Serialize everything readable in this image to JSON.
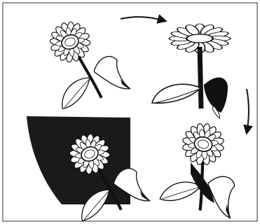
{
  "figure": {
    "panels": [
      {
        "id": "original",
        "description_icon": "sunflower-icon"
      },
      {
        "id": "flipped",
        "description_icon": "sunflower-icon"
      },
      {
        "id": "rotated",
        "description_icon": "sunflower-icon"
      },
      {
        "id": "shadowed",
        "description_icon": "sunflower-icon"
      }
    ],
    "arrows": [
      {
        "from": "original",
        "to": "flipped",
        "icon": "arrow-right-icon"
      },
      {
        "from": "flipped",
        "to": "rotated",
        "icon": "arrow-down-icon"
      }
    ],
    "colors": {
      "ink": "#111111",
      "paper": "#ffffff",
      "border": "#555555",
      "shadow": "#1a1a1a"
    }
  }
}
